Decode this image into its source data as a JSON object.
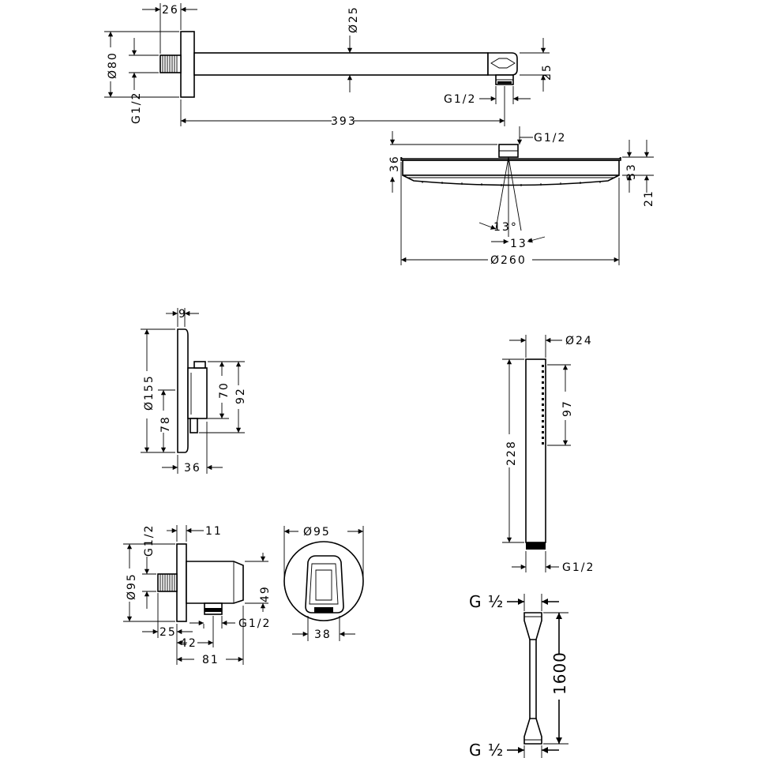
{
  "labels": {
    "arm_d_flange": "Ø80",
    "arm_flange_thk": "26",
    "arm_tube_d": "Ø25",
    "arm_thread_in": "G1/2",
    "arm_thread_out": "G1/2",
    "arm_length": "393",
    "arm_outlet_h": "25",
    "head_thread": "G1/2",
    "head_total_h": "36",
    "head_body_h": "33",
    "head_nozzle_h": "21",
    "head_tilt_a": "13°",
    "head_tilt_b": "13°",
    "head_d": "Ø260",
    "valve_plate_thk": "9",
    "valve_plate_d": "Ø155",
    "valve_center": "78",
    "valve_body_h": "70",
    "valve_body_total": "92",
    "valve_depth": "36",
    "hand_d": "Ø24",
    "hand_len": "228",
    "hand_spray_len": "97",
    "hand_thread": "G1/2",
    "elbow_thread_top": "G1/2",
    "elbow_plate_thk": "11",
    "elbow_d_side": "Ø95",
    "elbow_body_h": "49",
    "elbow_inlet_len": "25",
    "elbow_outlet_pos": "42",
    "elbow_thread_side": "G1/2",
    "elbow_depth": "81",
    "elbow_front_d": "Ø95",
    "elbow_holder_w": "38",
    "hose_thread_top": "G ½",
    "hose_len": "1600",
    "hose_thread_bottom": "G ½"
  }
}
